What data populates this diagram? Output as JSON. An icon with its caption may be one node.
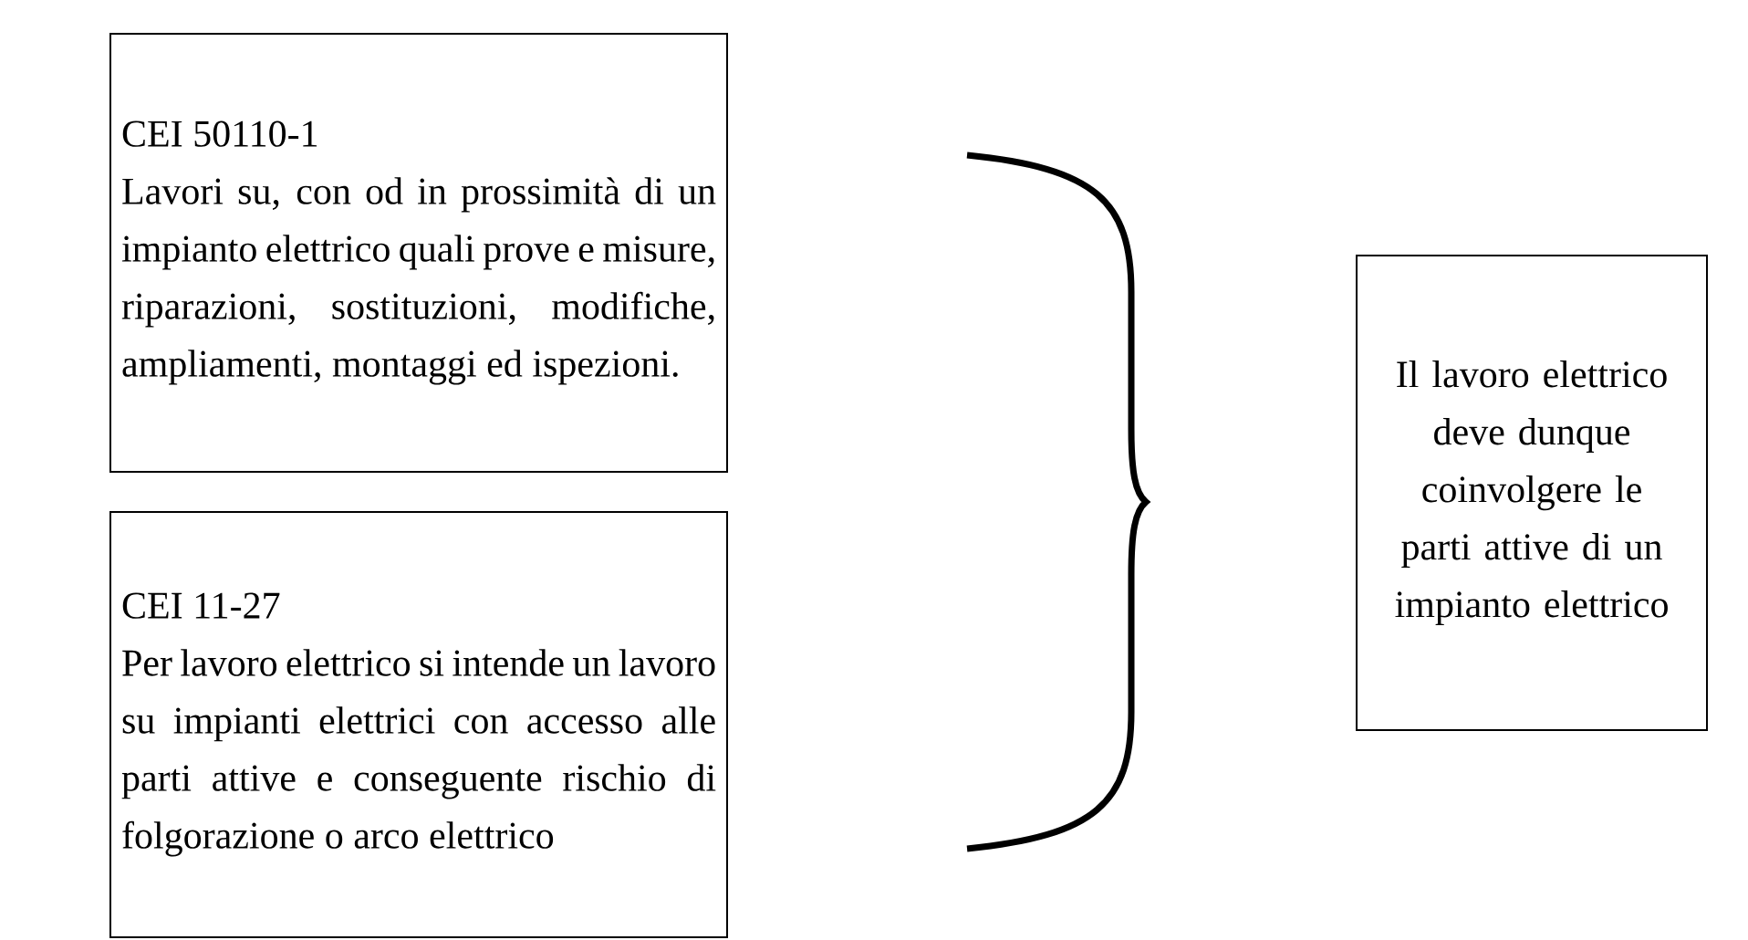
{
  "diagram": {
    "nodes": [
      {
        "text": [
          "CEI 50110-1",
          "Lavori su, con od in prossimità di un impianto elettrico quali prove e misure, riparazioni, sostituzioni, modifiche, ampliamenti, montaggi ed ispezioni."
        ]
      },
      {
        "text": [
          "CEI 11-27",
          "Per lavoro elettrico si intende un lavoro su impianti elettrici con accesso alle parti attive e conseguente rischio di folgorazione o arco elettrico"
        ]
      },
      {
        "text": [
          "Il lavoro elettrico deve dunque coinvolgere le parti attive di un impianto elettrico"
        ]
      }
    ]
  }
}
